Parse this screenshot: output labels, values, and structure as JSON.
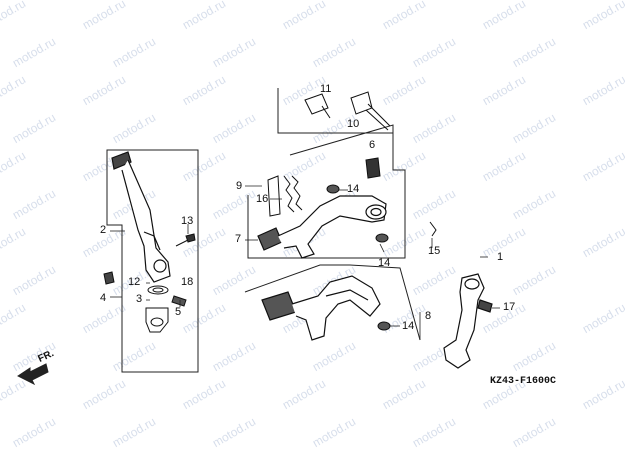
{
  "watermark": "motod.ru",
  "diagram_code": "KZ43-F1600C",
  "direction_label": "FR.",
  "callouts": {
    "c1": "1",
    "c2": "2",
    "c3": "3",
    "c4": "4",
    "c5": "5",
    "c6": "6",
    "c7": "7",
    "c8": "8",
    "c9": "9",
    "c10": "10",
    "c11": "11",
    "c12": "12",
    "c13": "13",
    "c14a": "14",
    "c14b": "14",
    "c14c": "14",
    "c15": "15",
    "c16": "16",
    "c17": "17",
    "c18": "18"
  },
  "colors": {
    "line": "#222222",
    "part_fill": "#ffffff",
    "dark_part": "#333333",
    "watermark": "#b7c4dc"
  }
}
